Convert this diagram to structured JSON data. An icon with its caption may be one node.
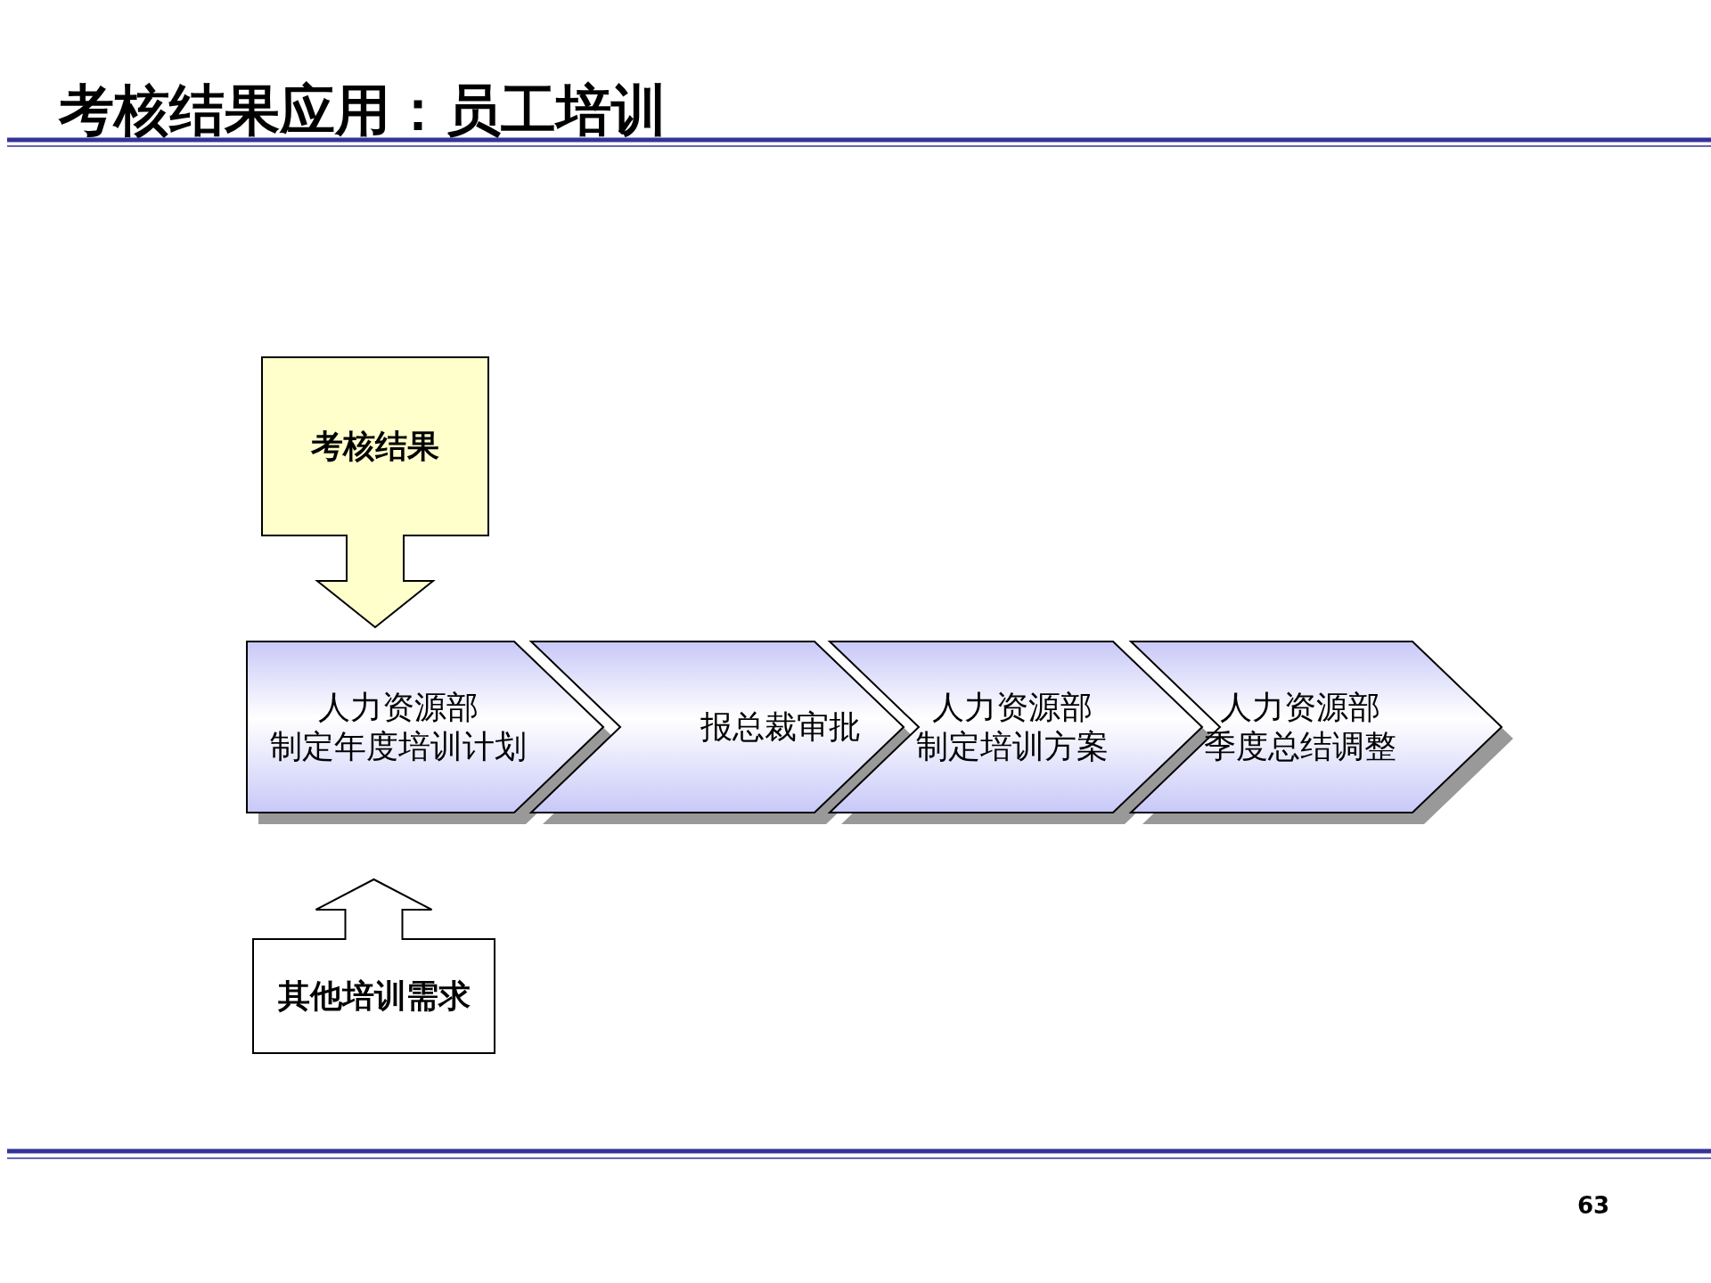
{
  "diagram": {
    "title": "考核结果应用：员工培训",
    "nodes": [
      {
        "text": [
          "考核结果"
        ]
      },
      {
        "text": [
          "人力资源部",
          "制定年度培训计划"
        ]
      },
      {
        "text": [
          "报总裁审批"
        ]
      },
      {
        "text": [
          "人力资源部",
          "制定培训方案"
        ]
      },
      {
        "text": [
          "人力资源部",
          "季度总结调整"
        ]
      },
      {
        "text": [
          "其他培训需求"
        ]
      }
    ],
    "edges": [
      {
        "from": 0,
        "to": 1,
        "arrow": "to",
        "color": "#000000"
      },
      {
        "from": 5,
        "to": 1,
        "arrow": "to",
        "color": "#000000"
      }
    ],
    "labels": [
      "63"
    ]
  }
}
